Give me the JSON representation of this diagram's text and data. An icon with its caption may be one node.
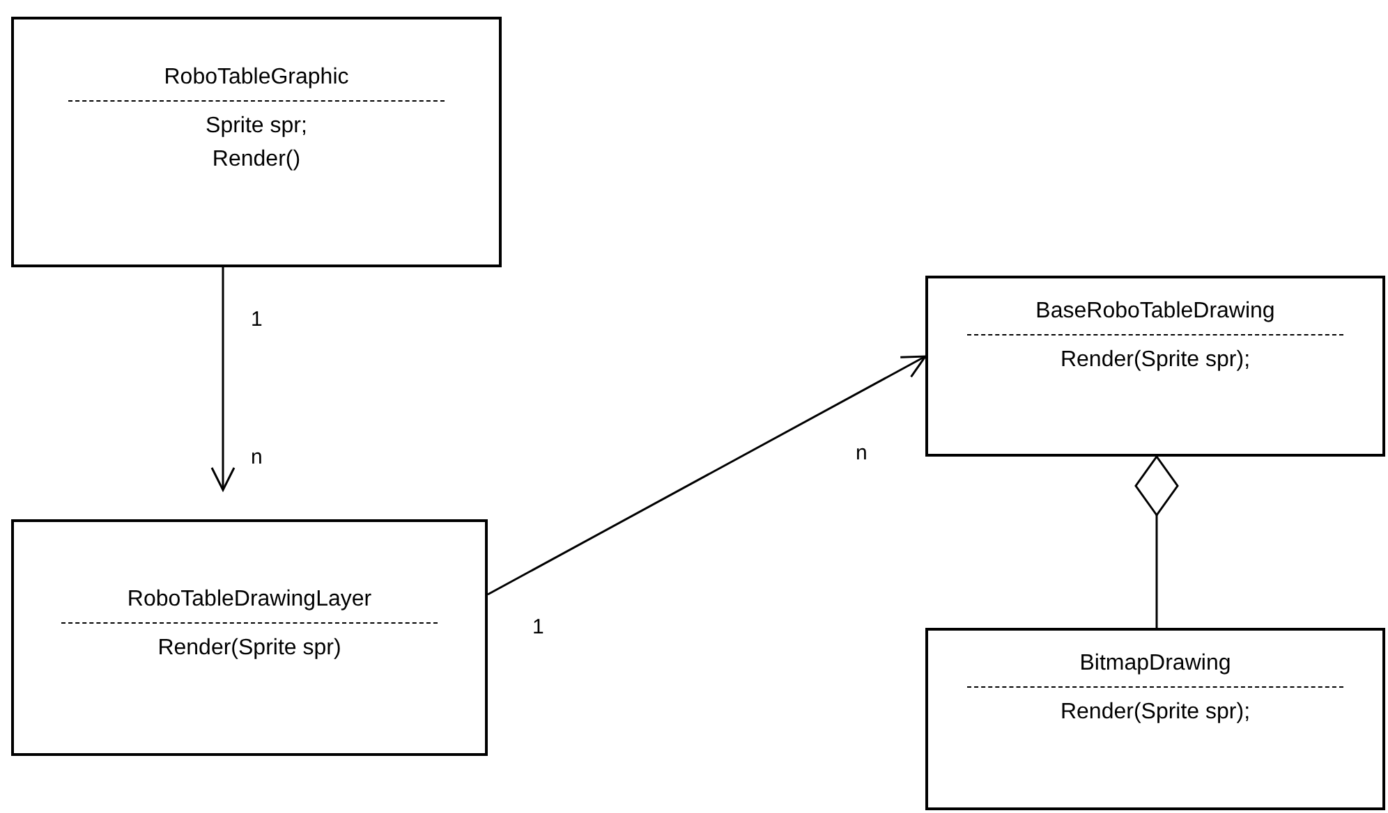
{
  "diagram": {
    "nodes": [
      {
        "text": [
          "RoboTableGraphic",
          "Sprite spr;",
          "Render()"
        ]
      },
      {
        "text": [
          "RoboTableDrawingLayer",
          "Render(Sprite spr)"
        ]
      },
      {
        "text": [
          "BaseRoboTableDrawing",
          "Render(Sprite spr);"
        ]
      },
      {
        "text": [
          "BitmapDrawing",
          "Render(Sprite spr);"
        ]
      }
    ],
    "edges": [
      {
        "from": 0,
        "to": 1,
        "arrow": "to"
      },
      {
        "from": 1,
        "to": 2,
        "arrow": "to"
      },
      {
        "from": 3,
        "to": 2,
        "arrow": "other"
      }
    ],
    "labels": [
      "1",
      "n",
      "n",
      "1"
    ]
  }
}
